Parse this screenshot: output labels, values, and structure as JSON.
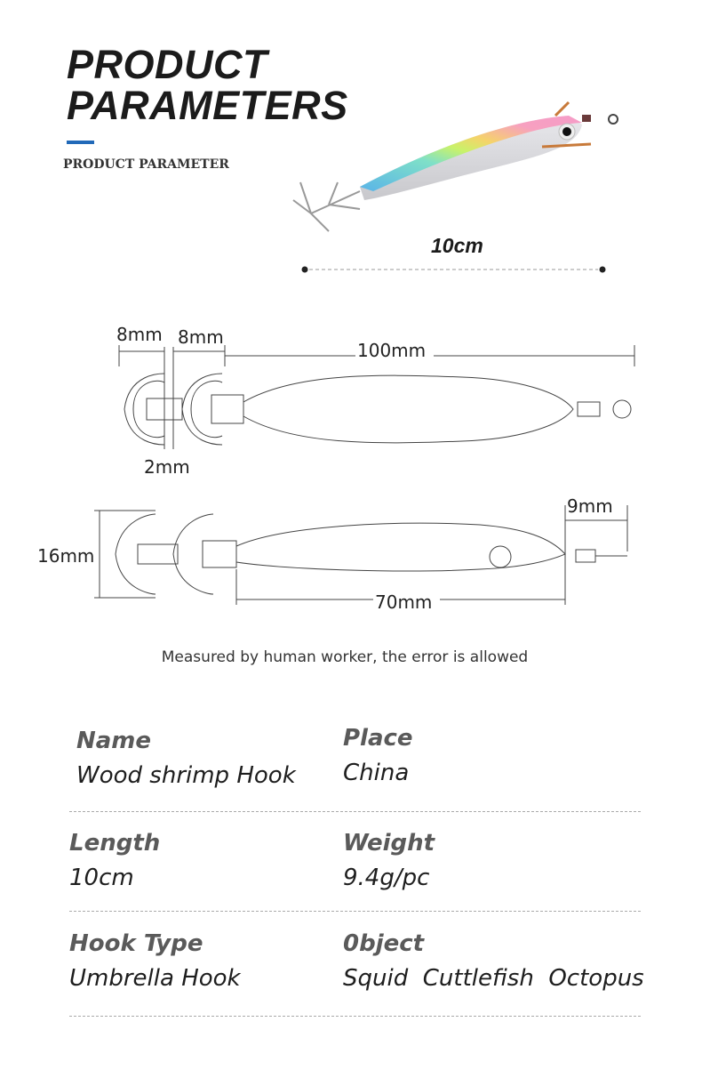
{
  "header": {
    "title_line1": "PRODUCT",
    "title_line2": "PARAMETERS",
    "subtitle": "PRODUCT PARAMETER",
    "accent_color": "#2169b8"
  },
  "hero": {
    "length_label": "10cm"
  },
  "diagram": {
    "top": {
      "d1": "8mm",
      "d2": "8mm",
      "d3": "100mm",
      "d4": "2mm"
    },
    "side": {
      "d1": "16mm",
      "d2": "9mm",
      "d3": "70mm"
    }
  },
  "caption": "Measured by human worker, the error is allowed",
  "specs": [
    {
      "label": "Name",
      "value": "Wood shrimp Hook"
    },
    {
      "label": "Place",
      "value": "China"
    },
    {
      "label": "Length",
      "value": "10cm"
    },
    {
      "label": "Weight",
      "value": "9.4g/pc"
    },
    {
      "label": "Hook Type",
      "value": "Umbrella Hook"
    },
    {
      "label": "0bject",
      "value": "Squid  Cuttlefish  Octopus"
    }
  ]
}
